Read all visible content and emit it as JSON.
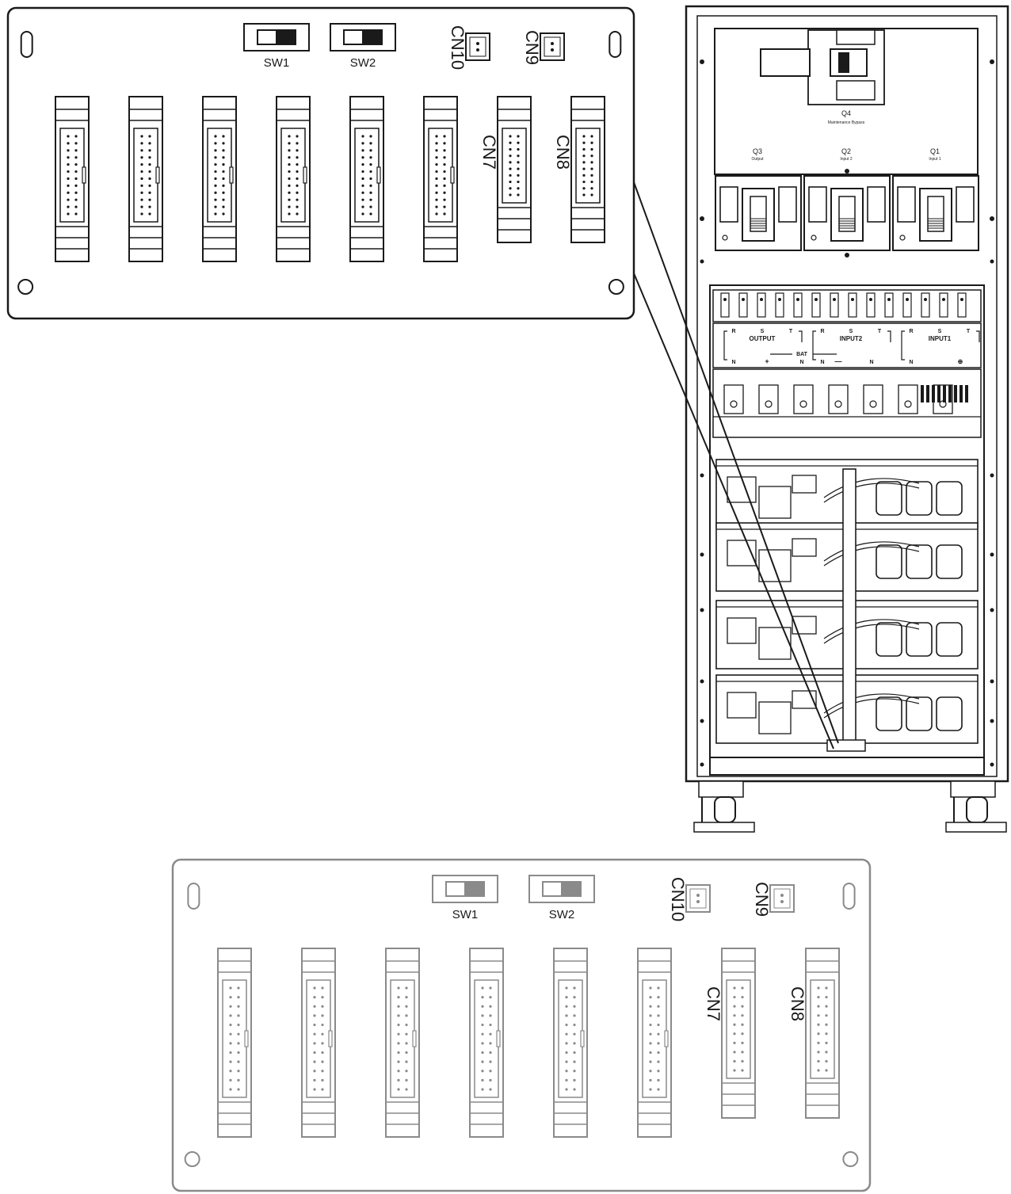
{
  "colors": {
    "line": "#1a1a1a",
    "background": "#ffffff",
    "faded_line": "#8a8a8a"
  },
  "board": {
    "switches": [
      {
        "label": "SW1"
      },
      {
        "label": "SW2"
      }
    ],
    "small_connectors": [
      {
        "label": "CN10"
      },
      {
        "label": "CN9"
      }
    ],
    "ribbon_connectors": [
      {
        "label": ""
      },
      {
        "label": ""
      },
      {
        "label": ""
      },
      {
        "label": ""
      },
      {
        "label": ""
      },
      {
        "label": ""
      },
      {
        "label": "CN7"
      },
      {
        "label": "CN8"
      }
    ]
  },
  "cabinet": {
    "bypass_breaker": {
      "label": "Q4",
      "caption": "Maintenance Bypass"
    },
    "breakers": [
      {
        "label": "Q3",
        "caption": "Output"
      },
      {
        "label": "Q2",
        "caption": "Input 2"
      },
      {
        "label": "Q1",
        "caption": "Input 1"
      }
    ],
    "terminals": {
      "groups": [
        "OUTPUT",
        "INPUT2",
        "INPUT1"
      ],
      "phases": [
        "R",
        "S",
        "T"
      ],
      "neutral": "N",
      "battery": "BAT",
      "battery_plus": "+",
      "battery_minus": "—",
      "ground": "⊕"
    }
  }
}
